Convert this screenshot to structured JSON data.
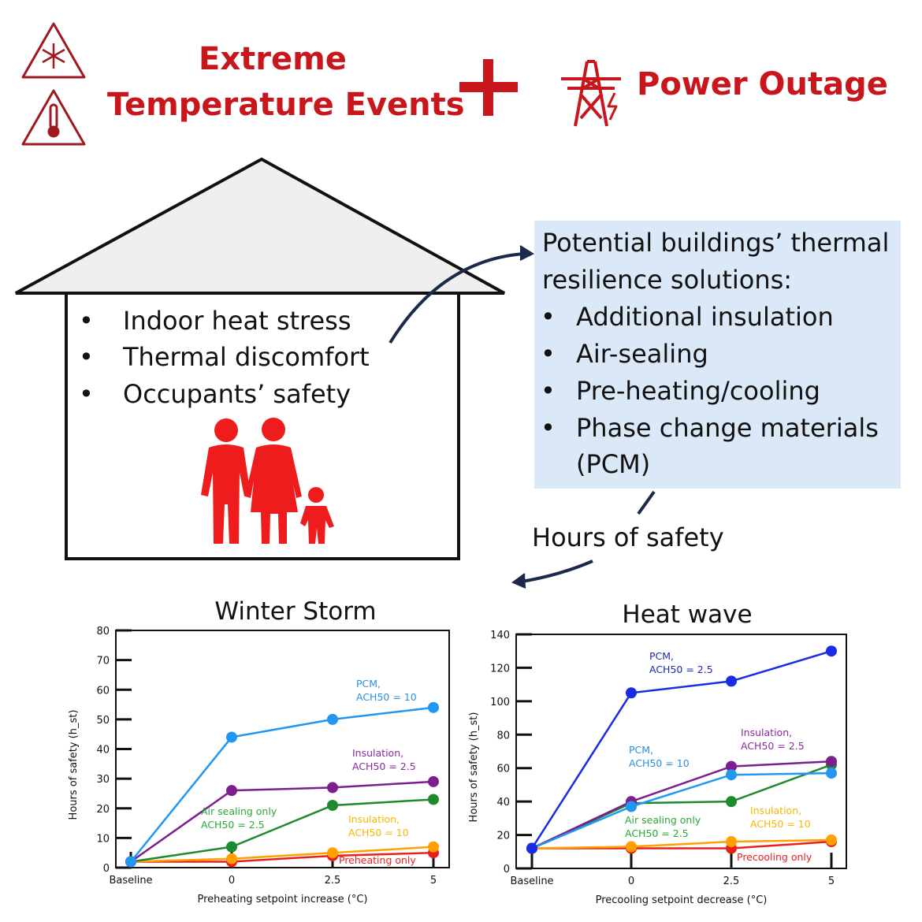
{
  "header": {
    "title_line1": "Extreme",
    "title_line2": "Temperature Events",
    "plus": "+",
    "power_outage": "Power Outage",
    "icons": [
      "snowflake-warning-icon",
      "thermometer-warning-icon",
      "power-tower-icon"
    ]
  },
  "house": {
    "impacts": [
      "Indoor heat stress",
      "Thermal discomfort",
      "Occupants’ safety"
    ],
    "bullet": "•"
  },
  "solutions": {
    "heading_line1": "Potential buildings’ thermal",
    "heading_line2": "resilience solutions:",
    "items": [
      "Additional insulation",
      "Air-sealing",
      "Pre-heating/cooling",
      "Phase change materials"
    ],
    "item4_cont": "(PCM)"
  },
  "hours_label": "Hours of safety",
  "colors": {
    "accent": "#c8161d",
    "box": "#dbe8f7",
    "arrow": "#1b2a4a"
  },
  "chart_data": [
    {
      "type": "line",
      "title": "Winter Storm",
      "xlabel": "Preheating setpoint increase (°C)",
      "ylabel": "Hours of safety (h_st)",
      "categories": [
        "Baseline",
        "0",
        "2.5",
        "5"
      ],
      "ylim": [
        0,
        80
      ],
      "yticks": [
        0,
        10,
        20,
        30,
        40,
        50,
        60,
        70,
        80
      ],
      "series": [
        {
          "name": "PCM, ACH50 = 10",
          "label_lines": [
            "PCM,",
            "ACH50 = 10"
          ],
          "color": "#2196f3",
          "label_color": "#2a8fe0",
          "values": [
            2,
            44,
            50,
            54
          ]
        },
        {
          "name": "Insulation, ACH50 = 2.5",
          "label_lines": [
            "Insulation,",
            "ACH50 = 2.5"
          ],
          "color": "#7b1f8f",
          "label_color": "#8a2aa0",
          "values": [
            2,
            26,
            27,
            29
          ]
        },
        {
          "name": "Air sealing only ACH50 = 2.5",
          "label_lines": [
            "Air sealing only",
            "ACH50 = 2.5"
          ],
          "color": "#1e8a2e",
          "label_color": "#2aa83a",
          "values": [
            2,
            7,
            21,
            23
          ]
        },
        {
          "name": "Insulation, ACH50 = 10",
          "label_lines": [
            "Insulation,",
            "ACH50 = 10"
          ],
          "color": "#ffa000",
          "label_color": "#f5b800",
          "values": [
            2,
            3,
            5,
            7
          ]
        },
        {
          "name": "Preheating only",
          "label_lines": [
            "Preheating only"
          ],
          "color": "#e8201c",
          "label_color": "#e8201c",
          "values": [
            2,
            2,
            4,
            5
          ]
        }
      ]
    },
    {
      "type": "line",
      "title": "Heat wave",
      "xlabel": "Precooling setpoint decrease (°C)",
      "ylabel": "Hours of safety (h_st)",
      "categories": [
        "Baseline",
        "0",
        "2.5",
        "5"
      ],
      "ylim": [
        0,
        140
      ],
      "yticks": [
        0,
        20,
        40,
        60,
        80,
        100,
        120,
        140
      ],
      "series": [
        {
          "name": "PCM, ACH50 = 2.5",
          "label_lines": [
            "PCM,",
            "ACH50 = 2.5"
          ],
          "color": "#1a2be6",
          "label_color": "#1a2bb0",
          "values": [
            12,
            105,
            112,
            130
          ]
        },
        {
          "name": "PCM, ACH50 = 10",
          "label_lines": [
            "PCM,",
            "ACH50 = 10"
          ],
          "color": "#2196f3",
          "label_color": "#2a8fe0",
          "values": [
            12,
            37,
            56,
            57
          ]
        },
        {
          "name": "Insulation, ACH50 = 2.5",
          "label_lines": [
            "Insulation,",
            "ACH50 = 2.5"
          ],
          "color": "#7b1f8f",
          "label_color": "#8a2aa0",
          "values": [
            12,
            40,
            61,
            64
          ]
        },
        {
          "name": "Air sealing only ACH50 = 2.5",
          "label_lines": [
            "Air sealing only",
            "ACH50 = 2.5"
          ],
          "color": "#1e8a2e",
          "label_color": "#2aa83a",
          "values": [
            12,
            39,
            40,
            62
          ]
        },
        {
          "name": "Insulation, ACH50 = 10",
          "label_lines": [
            "Insulation,",
            "ACH50 = 10"
          ],
          "color": "#ffa000",
          "label_color": "#f5b800",
          "values": [
            12,
            13,
            16,
            17
          ]
        },
        {
          "name": "Precooling only",
          "label_lines": [
            "Precooling only"
          ],
          "color": "#e8201c",
          "label_color": "#e8201c",
          "values": [
            12,
            12,
            12,
            16
          ]
        }
      ]
    }
  ]
}
